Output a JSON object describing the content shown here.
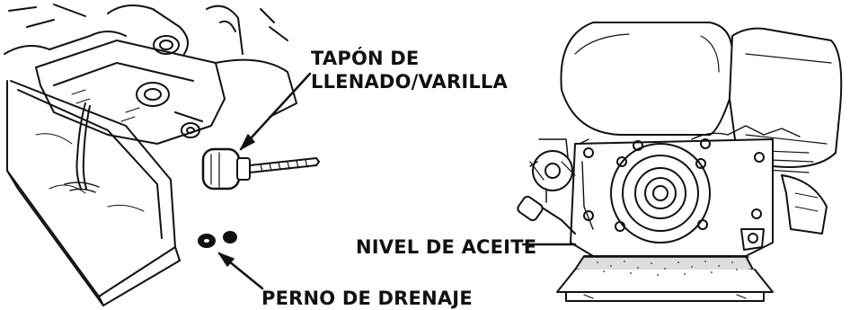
{
  "labels": {
    "fill_cap_line1": "TAPÓN DE",
    "fill_cap_line2": "LLENADO/VARILLA",
    "drain_bolt": "PERNO DE DRENAJE",
    "oil_level": "NIVEL DE ACEITE"
  },
  "colors": {
    "ink": "#111111",
    "background": "#ffffff"
  }
}
